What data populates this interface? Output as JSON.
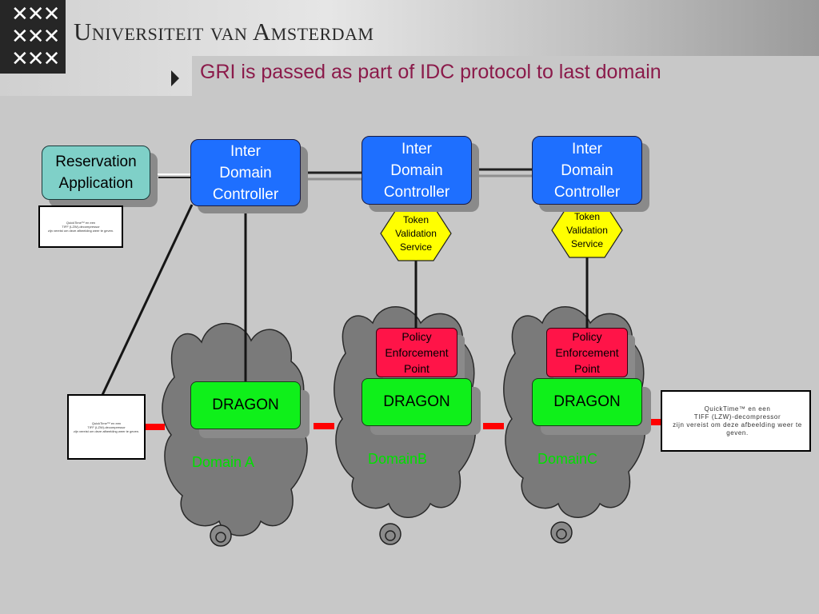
{
  "header": {
    "university_name": "Universiteit van Amsterdam",
    "logo_marks": [
      "✕✕✕",
      "✕✕✕",
      "✕✕✕"
    ]
  },
  "slide": {
    "title": "GRI is passed as part of IDC protocol to last domain"
  },
  "diagram": {
    "reservation": "Reservation\nApplication",
    "idc_a": "Inter\nDomain\nController",
    "idc_b": "Inter\nDomain\nController",
    "idc_c": "Inter\nDomain\nController",
    "tvs_b": "Token\nValidation\nService",
    "tvs_c": "Token\nValidation\nService",
    "pep_b": "Policy\nEnforcement\nPoint",
    "pep_c": "Policy\nEnforcement\nPoint",
    "dragon_a": "DRAGON",
    "dragon_b": "DRAGON",
    "dragon_c": "DRAGON",
    "domain_a": "Domain A",
    "domain_b": "DomainB",
    "domain_c": "DomainC",
    "qt_small_1": "QuickTime™ en een\nTIFF (LZW)-decompressor\nzijn vereist om deze afbeelding weer te geven.",
    "qt_small_2": "QuickTime™ en een\nTIFF (LZW)-decompressor\nzijn vereist om deze afbeelding weer te geven.",
    "qt_large": "QuickTime™ en een\nTIFF (LZW)-decompressor\nzijn vereist om deze afbeelding weer te geven."
  },
  "colors": {
    "idc": "#1e6fff",
    "reservation": "#7fd0c8",
    "dragon": "#0ff01a",
    "pep": "#ff1448",
    "tvs": "#ffff00",
    "data_link": "#ff0000",
    "domain_label": "#00e000",
    "title": "#8b1a4a"
  },
  "icons": {
    "logo": "uva-crosses-logo",
    "bullet": "triangle-arrow-icon",
    "cloud": "cloud-icon"
  }
}
